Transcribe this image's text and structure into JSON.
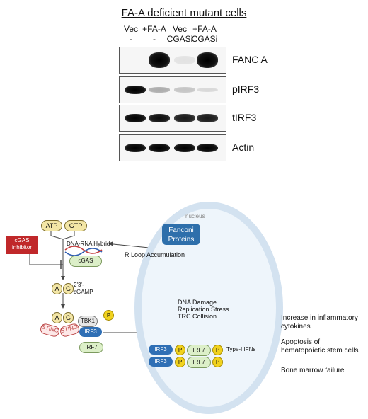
{
  "blot": {
    "title": "FA-A deficient mutant cells",
    "lanes": [
      {
        "line1": "Vec",
        "line2": "-"
      },
      {
        "line1": "+FA-A",
        "line2": "-"
      },
      {
        "line1": "Vec",
        "line2": "CGASi"
      },
      {
        "line1": "+FA-A",
        "line2": "CGASi"
      }
    ],
    "rows": [
      {
        "label": "FANC A",
        "intensities": [
          0.0,
          1.0,
          0.08,
          1.0
        ]
      },
      {
        "label": "pIRF3",
        "intensities": [
          1.0,
          0.3,
          0.2,
          0.12
        ]
      },
      {
        "label": "tIRF3",
        "intensities": [
          1.0,
          0.95,
          0.9,
          0.9
        ]
      },
      {
        "label": "Actin",
        "intensities": [
          1.0,
          1.0,
          1.0,
          1.0
        ]
      }
    ]
  },
  "pathway": {
    "atp": "ATP",
    "gtp": "GTP",
    "cgas_inhibitor": "cGAS inhibitor",
    "hybrid_label": "DNA-RNA Hybrid",
    "cgas": "cGAS",
    "cgamp_a": "A",
    "cgamp_g": "G",
    "cgamp_label": "2'3'-cGAMP",
    "sting": "STING",
    "tbk1": "TBK1",
    "irf3": "IRF3",
    "irf7": "IRF7",
    "p": "P",
    "nucleus": "nucleus",
    "fanconi": "Fanconi Proteins",
    "rloop": "R Loop Accumulation",
    "stress1": "DNA Damage",
    "stress2": "Replication Stress",
    "stress3": "TRC Collision",
    "type1": "Type-I IFNs",
    "outcomes": [
      "Increase in inflammatory cytokines",
      "Apoptosis of hematopoietic stem cells",
      "Bone marrow failure"
    ]
  },
  "colors": {
    "nucleus_fill": "#eef5fb",
    "fanconi_box": "#2e6fab",
    "inhibitor_box": "#c0282a",
    "pill_fill": "#f3e6a6",
    "irf3_fill": "#2f6fb5",
    "irf7_fill": "#dcefc8",
    "phospho": "#f1d21e"
  }
}
